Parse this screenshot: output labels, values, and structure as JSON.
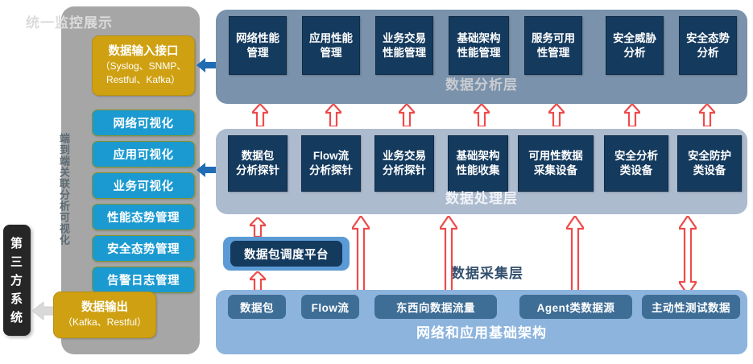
{
  "colors": {
    "navy": "#143a5e",
    "gold": "#cfa112",
    "cyan": "#1b9ad1",
    "sidebar_grey": "#a6a6a6",
    "analysis_panel": "#7a92ab",
    "processing_panel": "#adbbcf",
    "infra_panel": "#8cb4dd",
    "source_box": "#3e6e96",
    "red_arrow": "#ed4b4b",
    "blue_arrow": "#1f6cb5",
    "grey_arrow": "#d9d9d9",
    "black_box": "#262626"
  },
  "third_party": {
    "label": "第三方系统"
  },
  "sidebar": {
    "title": "统一监控展示",
    "vertical_label": "端到端关联分析可视化",
    "input_interface": {
      "title": "数据输入接口",
      "subtitle_line1": "（Syslog、SNMP、",
      "subtitle_line2": "Restful、Kafka）"
    },
    "output_interface": {
      "title": "数据输出",
      "subtitle_line1": "（Kafka、Restful）"
    },
    "visualization_items": [
      {
        "label": "网络可视化"
      },
      {
        "label": "应用可视化"
      },
      {
        "label": "业务可视化"
      },
      {
        "label": "性能态势管理"
      },
      {
        "label": "安全态势管理"
      },
      {
        "label": "告警日志管理"
      }
    ]
  },
  "analysis_layer": {
    "caption": "数据分析层",
    "boxes": [
      {
        "line1": "网络性能",
        "line2": "管理"
      },
      {
        "line1": "应用性能",
        "line2": "管理"
      },
      {
        "line1": "业务交易",
        "line2": "性能管理"
      },
      {
        "line1": "基础架构",
        "line2": "性能管理"
      },
      {
        "line1": "服务可用",
        "line2": "性管理"
      },
      {
        "line1": "安全威胁",
        "line2": "分析"
      },
      {
        "line1": "安全态势",
        "line2": "分析"
      }
    ]
  },
  "processing_layer": {
    "caption": "数据处理层",
    "boxes": [
      {
        "line1": "数据包",
        "line2": "分析探针"
      },
      {
        "line1": "Flow流",
        "line2": "分析探针"
      },
      {
        "line1": "业务交易",
        "line2": "分析探针"
      },
      {
        "line1": "基础架构",
        "line2": "性能收集"
      },
      {
        "line1": "可用性数据",
        "line2": "采集设备"
      },
      {
        "line1": "安全分析",
        "line2": "类设备"
      },
      {
        "line1": "安全防护",
        "line2": "类设备"
      }
    ]
  },
  "collection_layer": {
    "caption": "数据采集层",
    "dispatch_platform": "数据包调度平台"
  },
  "infrastructure_layer": {
    "caption": "网络和应用基础架构",
    "sources": [
      {
        "label": "数据包"
      },
      {
        "label": "Flow流"
      },
      {
        "label": "东西向数据流量"
      },
      {
        "label": "Agent类数据源"
      },
      {
        "label": "主动性测试数据"
      }
    ]
  },
  "arrows": {
    "analysis_up_count": 7,
    "collection_up_count": 3,
    "collection_bidirectional_count": 1,
    "dispatch_up_count": 2,
    "sidebar_left_count": 2,
    "output_left_count": 1
  }
}
